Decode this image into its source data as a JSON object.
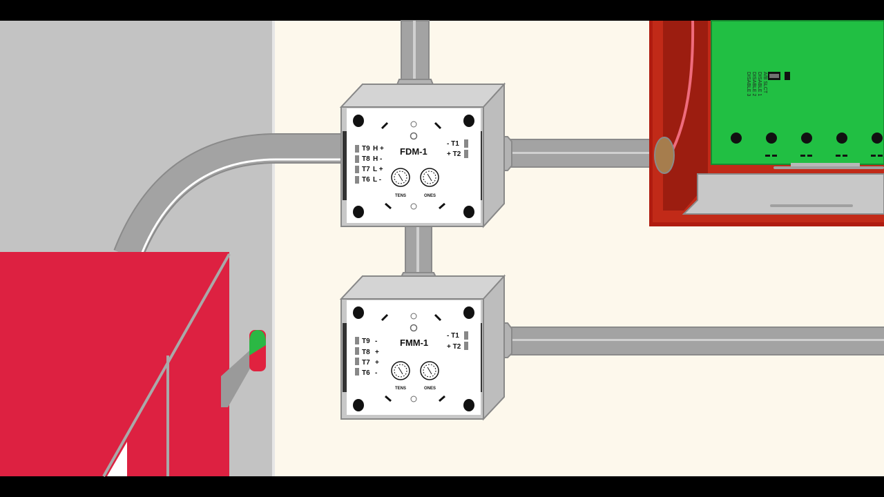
{
  "diagram": {
    "colors": {
      "wall_left": "#c3c3c3",
      "wall_right": "#fdf8ec",
      "conduit": "#a3a3a3",
      "device_red": "#dd2141",
      "panel_red": "#b01c10",
      "board_green": "#21bf43",
      "plate_white": "#ffffff",
      "box_gray": "#c8c8c8"
    },
    "fdm": {
      "name": "FDM-1",
      "left_terminals": [
        {
          "num": "T9",
          "pol": "H +"
        },
        {
          "num": "T8",
          "pol": "H -"
        },
        {
          "num": "T7",
          "pol": "L +"
        },
        {
          "num": "T6",
          "pol": "L -"
        }
      ],
      "right_terminals": [
        {
          "label": "- T1"
        },
        {
          "label": "+ T2"
        }
      ],
      "dial_left": "TENS",
      "dial_right": "ONES"
    },
    "fmm": {
      "name": "FMM-1",
      "left_terminals": [
        {
          "num": "T9",
          "pol": "-"
        },
        {
          "num": "T8",
          "pol": "+"
        },
        {
          "num": "T7",
          "pol": "+"
        },
        {
          "num": "T6",
          "pol": "-"
        }
      ],
      "right_terminals": [
        {
          "label": "- T1"
        },
        {
          "label": "+ T2"
        }
      ],
      "dial_left": "TENS",
      "dial_right": "ONES"
    },
    "board": {
      "labels": [
        "A/B SLCT",
        "DISABLE 1",
        "DISABLE 2",
        "DISABLE 3"
      ]
    }
  }
}
